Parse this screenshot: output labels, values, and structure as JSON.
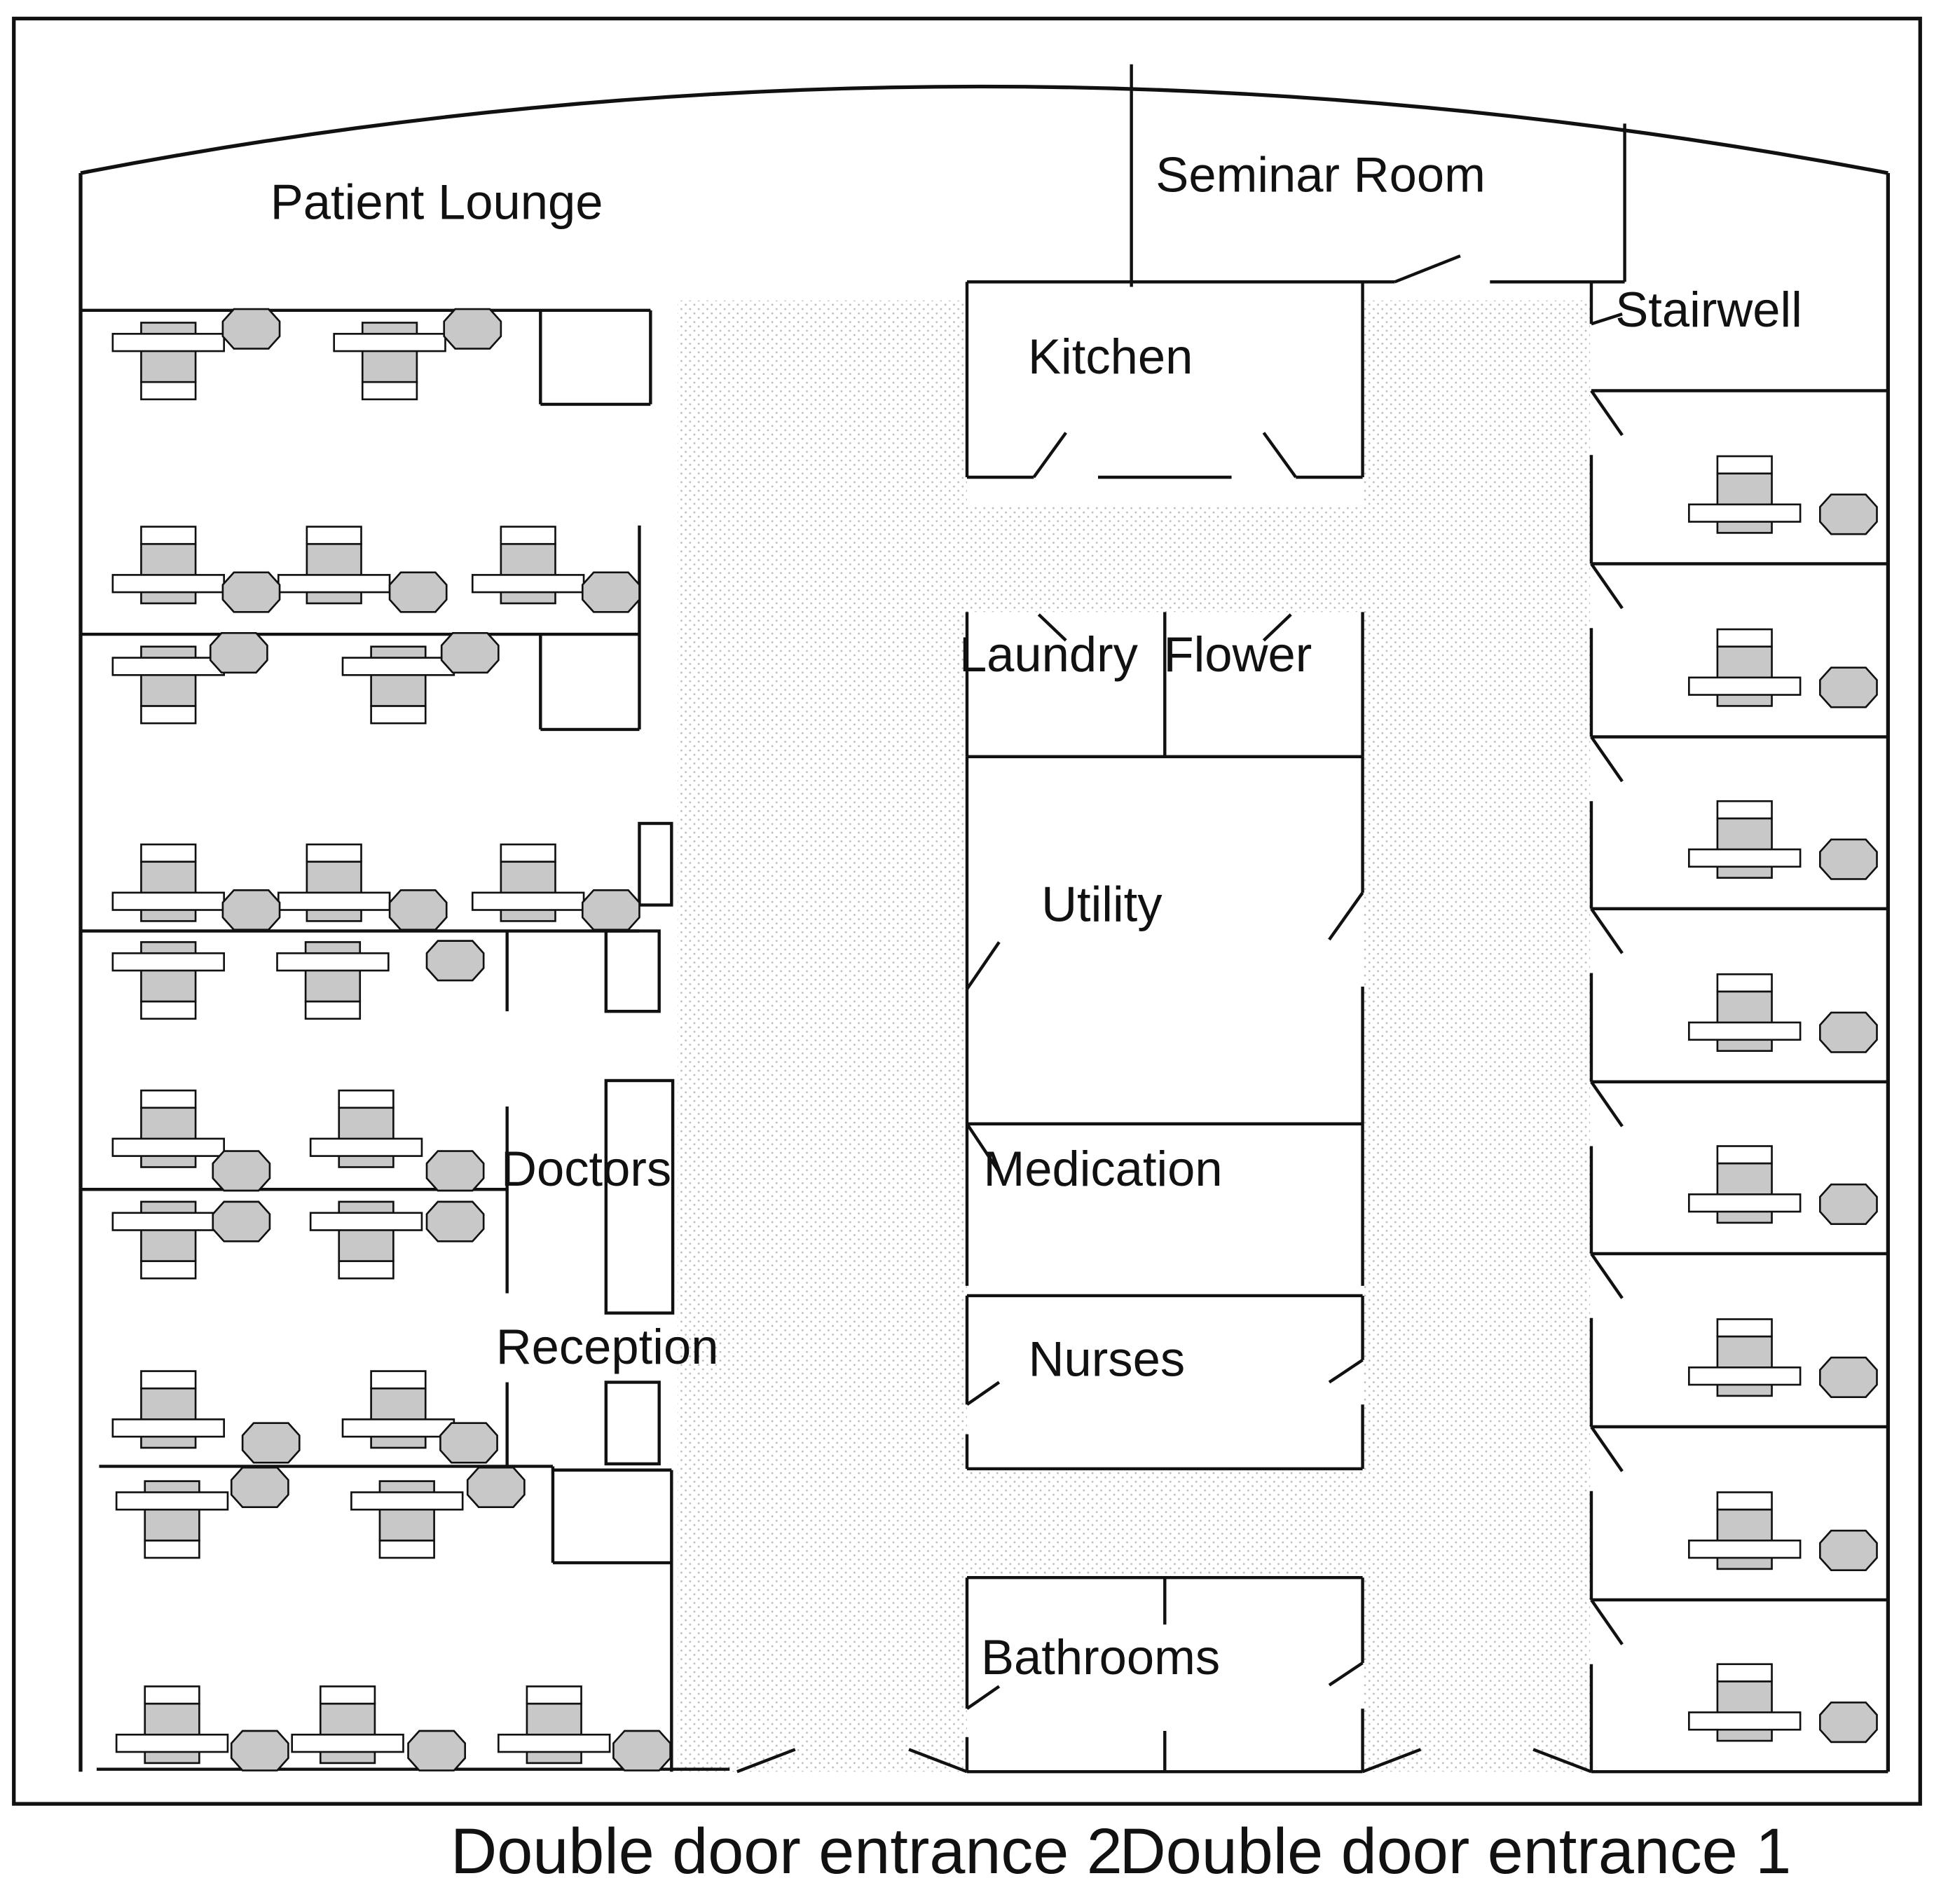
{
  "labels": {
    "patient_lounge": "Patient Lounge",
    "seminar_room": "Seminar Room",
    "stairwell": "Stairwell",
    "kitchen": "Kitchen",
    "laundry": "Laundry",
    "flower": "Flower",
    "utility": "Utility",
    "medication": "Medication",
    "nurses": "Nurses",
    "bathrooms": "Bathrooms",
    "doctors": "Doctors",
    "reception": "Reception",
    "entrance_2": "Double door entrance 2",
    "entrance_1": "Double door entrance 1"
  },
  "colors": {
    "line": "#111111",
    "furniture_fill": "#c8c8c8",
    "corridor_dots": "#bdbdbd"
  }
}
